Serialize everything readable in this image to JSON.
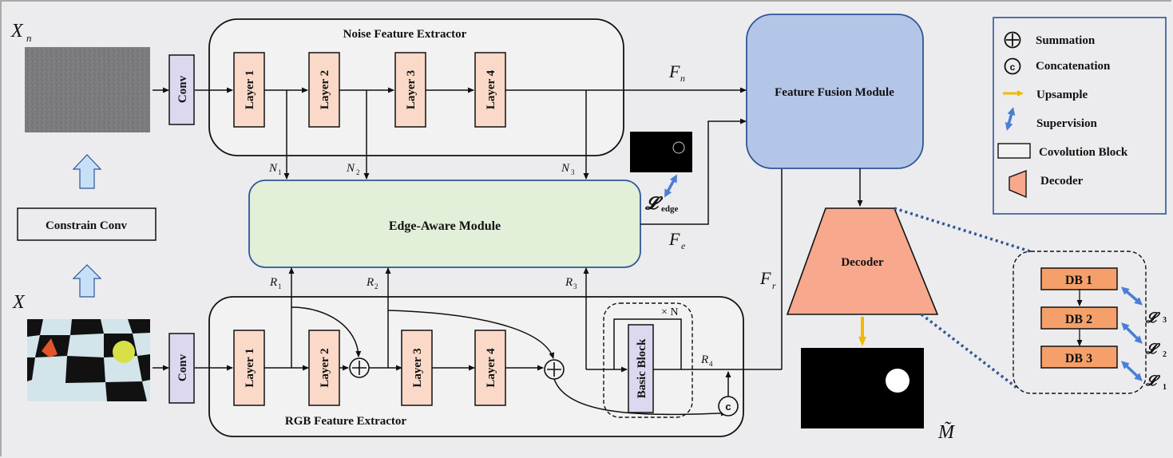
{
  "inputs": {
    "noise_symbol": "X",
    "noise_subscript": "n",
    "rgb_symbol": "X",
    "constrain_conv": "Constrain Conv"
  },
  "conv_label": "Conv",
  "noise_extractor": {
    "title": "Noise Feature  Extractor",
    "layers": [
      "Layer 1",
      "Layer 2",
      "Layer 3",
      "Layer 4"
    ],
    "outputs": [
      {
        "symbol": "N",
        "sub": "1"
      },
      {
        "symbol": "N",
        "sub": "2"
      },
      {
        "symbol": "N",
        "sub": "3"
      }
    ],
    "feature": {
      "symbol": "F",
      "sub": "n"
    }
  },
  "rgb_extractor": {
    "title": "RGB Feature  Extractor",
    "layers": [
      "Layer 1",
      "Layer 2",
      "Layer 3",
      "Layer 4"
    ],
    "outputs": [
      {
        "symbol": "R",
        "sub": "1"
      },
      {
        "symbol": "R",
        "sub": "2"
      },
      {
        "symbol": "R",
        "sub": "3"
      },
      {
        "symbol": "R",
        "sub": "4"
      }
    ],
    "basic_block": "Basic Block",
    "repeat": "× N",
    "feature": {
      "symbol": "F",
      "sub": "r"
    }
  },
  "edge_module": {
    "title": "Edge-Aware Module",
    "loss_symbol": "𝓛",
    "loss_sub": "edge",
    "feature": {
      "symbol": "F",
      "sub": "e"
    }
  },
  "fusion_module": {
    "title": "Feature Fusion Module"
  },
  "decoder": {
    "title": "Decoder",
    "blocks": [
      "DB 1",
      "DB 2",
      "DB 3"
    ],
    "losses": [
      {
        "symbol": "𝓛",
        "sub": "3"
      },
      {
        "symbol": "𝓛",
        "sub": "2"
      },
      {
        "symbol": "𝓛",
        "sub": "1"
      }
    ],
    "output_symbol": "M̃"
  },
  "legend": {
    "items": [
      {
        "icon": "summation-icon",
        "label": "Summation"
      },
      {
        "icon": "concatenation-icon",
        "label": "Concatenation"
      },
      {
        "icon": "upsample-arrow-icon",
        "label": "Upsample"
      },
      {
        "icon": "supervision-arrow-icon",
        "label": "Supervision"
      },
      {
        "icon": "convolution-block-icon",
        "label": "Covolution Block"
      },
      {
        "icon": "decoder-shape-icon",
        "label": "Decoder"
      }
    ]
  },
  "colors": {
    "layer_fill": "#fbd9c9",
    "conv_fill": "#dcd8f0",
    "edge_fill": "#e2efd9",
    "fusion_fill": "#b4c6e7",
    "decoder_fill": "#f8a88c",
    "db_fill": "#f5a06a",
    "border_blue": "#2f5597",
    "upsample": "#f5b800",
    "supervision": "#4a7fd4"
  }
}
